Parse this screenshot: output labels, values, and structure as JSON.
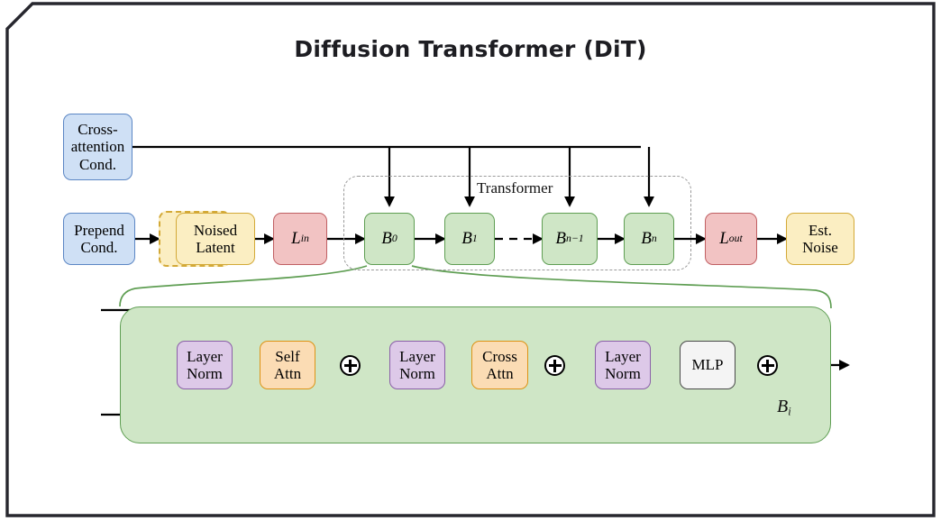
{
  "figure": {
    "title": "Diffusion Transformer (DiT)",
    "frame_note": "outer rounded card with chamfered top-left corner"
  },
  "pipeline": {
    "cross_attention_cond": "Cross-\nattention\nCond.",
    "prepend_cond": "Prepend\nCond.",
    "noised_latent": "Noised\nLatent",
    "l_in": "L",
    "l_in_sub": "in",
    "l_out": "L",
    "l_out_sub": "out",
    "est_noise": "Est.\nNoise",
    "transformer_group_label": "Transformer",
    "blocks": [
      {
        "base": "B",
        "sub": "0"
      },
      {
        "base": "B",
        "sub": "1"
      },
      {
        "base": "B",
        "sub": "n−1"
      },
      {
        "base": "B",
        "sub": "n"
      }
    ],
    "block_chain_dots": "dashed-connector"
  },
  "block_detail": {
    "label_base": "B",
    "label_sub": "i",
    "steps": [
      {
        "name": "layer-norm-1",
        "label": "Layer\nNorm",
        "style": "purple"
      },
      {
        "name": "self-attn",
        "label": "Self\nAttn",
        "style": "orange"
      },
      {
        "name": "residual-add-1",
        "label": "plus",
        "style": "adder"
      },
      {
        "name": "layer-norm-2",
        "label": "Layer\nNorm",
        "style": "purple"
      },
      {
        "name": "cross-attn",
        "label": "Cross\nAttn",
        "style": "orange"
      },
      {
        "name": "residual-add-2",
        "label": "plus",
        "style": "adder"
      },
      {
        "name": "layer-norm-3",
        "label": "Layer\nNorm",
        "style": "purple"
      },
      {
        "name": "mlp",
        "label": "MLP",
        "style": "grey"
      },
      {
        "name": "residual-add-3",
        "label": "plus",
        "style": "adder"
      }
    ]
  },
  "colors": {
    "blue_fill": "#cfe0f5",
    "blue_stroke": "#5b86c4",
    "yellow_fill": "#fbeec2",
    "yellow_stroke": "#d3a937",
    "red_fill": "#f2c3c3",
    "red_stroke": "#c05e62",
    "green_fill": "#cfe6c6",
    "green_stroke": "#5f9e53",
    "purple_fill": "#ddc9e8",
    "purple_stroke": "#8a5fa8",
    "orange_fill": "#fbdcb4",
    "orange_stroke": "#dd9314",
    "grey_fill": "#f4f4f4",
    "grey_stroke": "#4a4a4a",
    "edge": "#000000",
    "dashed_group": "#9a9a9a",
    "frame": "#27272e",
    "background": "#ffffff"
  }
}
